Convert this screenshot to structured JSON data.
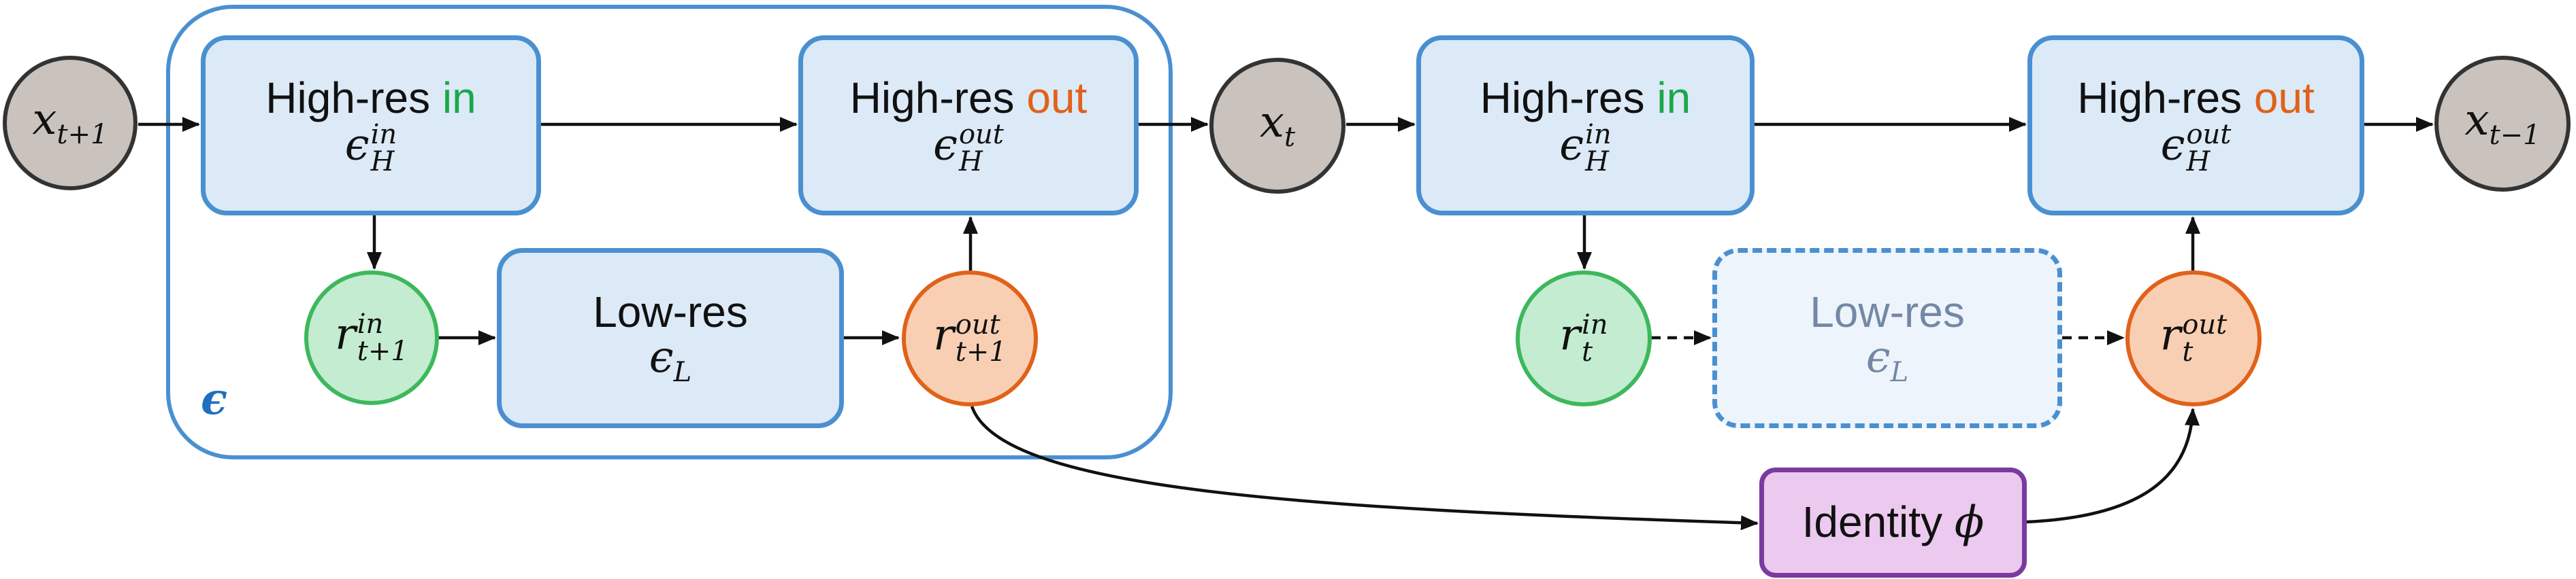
{
  "nodes": {
    "x_tp1": {
      "base": "x",
      "sub": "t+1"
    },
    "x_t": {
      "base": "x",
      "sub": "t"
    },
    "x_tm1": {
      "base": "x",
      "sub": "t−1"
    },
    "hr_in_1": {
      "word": "High-res ",
      "accent": "in",
      "sym": "ϵ",
      "sup": "in",
      "sub": "H"
    },
    "hr_out_1": {
      "word": "High-res ",
      "accent": "out",
      "sym": "ϵ",
      "sup": "out",
      "sub": "H"
    },
    "lr_1": {
      "word": "Low-res",
      "sym": "ϵ",
      "sub": "L"
    },
    "r_in_1": {
      "base": "r",
      "sup": "in",
      "sub": "t+1"
    },
    "r_out_1": {
      "base": "r",
      "sup": "out",
      "sub": "t+1"
    },
    "hr_in_2": {
      "word": "High-res ",
      "accent": "in",
      "sym": "ϵ",
      "sup": "in",
      "sub": "H"
    },
    "hr_out_2": {
      "word": "High-res ",
      "accent": "out",
      "sym": "ϵ",
      "sup": "out",
      "sub": "H"
    },
    "lr_2": {
      "word": "Low-res",
      "sym": "ϵ",
      "sub": "L"
    },
    "r_in_2": {
      "base": "r",
      "sup": "in",
      "sub": "t"
    },
    "r_out_2": {
      "base": "r",
      "sup": "out",
      "sub": "t"
    },
    "identity": {
      "word": "Identity ",
      "sym": "ϕ"
    }
  },
  "group_label": "ϵ",
  "colors": {
    "box_fill": "#dce9f6",
    "box_border": "#4a90d0",
    "in_accent": "#1aa84a",
    "out_accent": "#e0621a",
    "identity_fill": "#ecc9ef",
    "identity_border": "#7b3aa0",
    "state_fill": "#c9c2bd"
  }
}
